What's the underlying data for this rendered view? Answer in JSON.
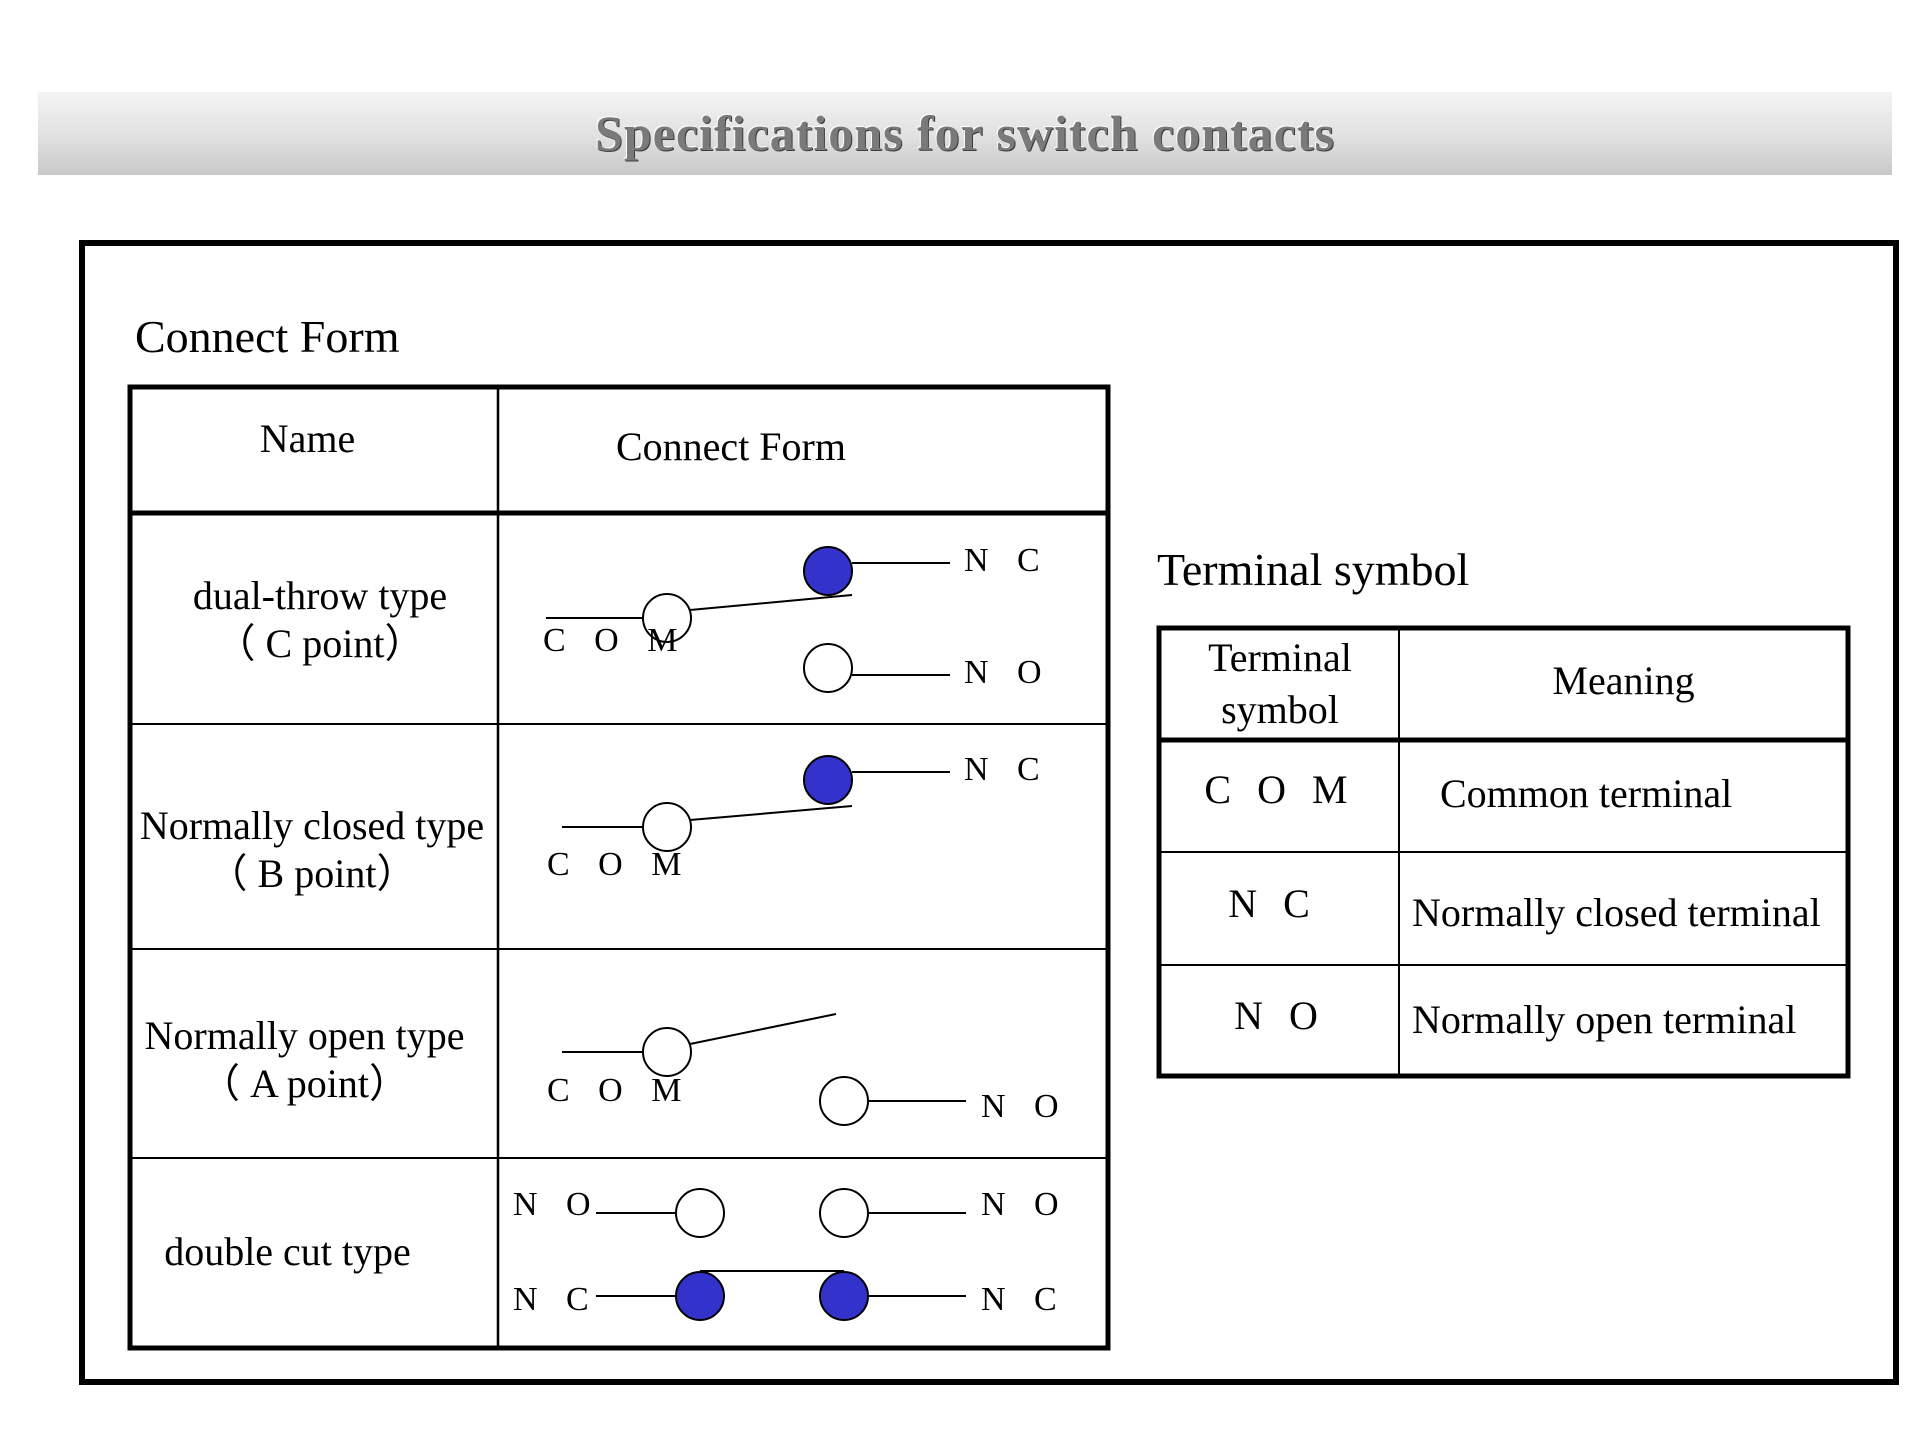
{
  "page": {
    "title": "Specifications for switch contacts"
  },
  "connect_form_section": {
    "title": "Connect Form",
    "columns": [
      "Name",
      "Connect Form"
    ],
    "rows": [
      {
        "name": "dual-throw type",
        "sub": "（ C point）",
        "diagram": "c-point",
        "labels": [
          "N C",
          "C O M",
          "N O"
        ]
      },
      {
        "name": "Normally closed type",
        "sub": "（ B point）",
        "diagram": "b-point",
        "labels": [
          "N C",
          "C O M"
        ]
      },
      {
        "name": "Normally open type",
        "sub": "（ A point）",
        "diagram": "a-point",
        "labels": [
          "C O M",
          "N O"
        ]
      },
      {
        "name": "double cut type",
        "sub": "",
        "diagram": "double-cut",
        "labels": [
          "N O",
          "N O",
          "N C",
          "N C"
        ]
      }
    ]
  },
  "terminal_section": {
    "title": "Terminal symbol",
    "columns": [
      "Terminal symbol",
      "Meaning"
    ],
    "columns_split": [
      "Terminal",
      "symbol"
    ],
    "rows": [
      {
        "symbol": "C O M",
        "meaning": "Common terminal"
      },
      {
        "symbol": "N C",
        "meaning": "Normally closed terminal"
      },
      {
        "symbol": "N O",
        "meaning": "Normally open terminal"
      }
    ]
  },
  "colors": {
    "closed_contact": "#3333cc",
    "open_contact": "#ffffff",
    "line": "#000000",
    "title_text": "#7a7a7a"
  }
}
